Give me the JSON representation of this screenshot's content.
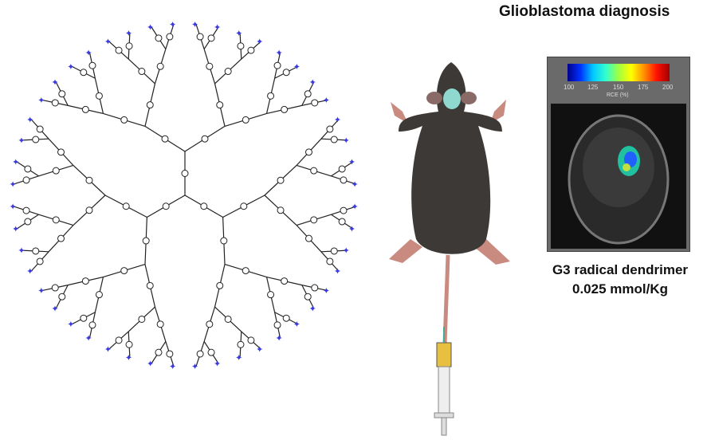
{
  "title": "Glioblastoma diagnosis",
  "caption": {
    "line1": "G3 radical dendrimer",
    "line2": "0.025 mmol/Kg"
  },
  "colorbar": {
    "ticks": [
      "100",
      "125",
      "150",
      "175",
      "200"
    ],
    "label": "RCE (%)"
  },
  "colors": {
    "end_group": "#3a3ae0",
    "bond": "#222222",
    "mouse": "#3d3936",
    "tail": "#c98a80"
  }
}
